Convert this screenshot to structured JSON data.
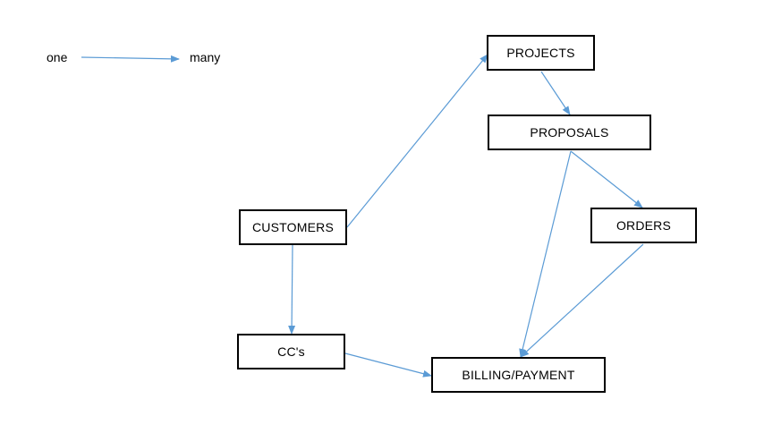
{
  "legend": {
    "from_label": "one",
    "to_label": "many"
  },
  "entities": {
    "projects": "PROJECTS",
    "proposals": "PROPOSALS",
    "customers": "CUSTOMERS",
    "orders": "ORDERS",
    "ccs": "CC's",
    "billing": "BILLING/PAYMENT"
  },
  "relationships": [
    {
      "from": "customers",
      "to": "projects"
    },
    {
      "from": "projects",
      "to": "proposals"
    },
    {
      "from": "proposals",
      "to": "orders"
    },
    {
      "from": "proposals",
      "to": "billing"
    },
    {
      "from": "orders",
      "to": "billing"
    },
    {
      "from": "customers",
      "to": "ccs"
    },
    {
      "from": "ccs",
      "to": "billing"
    }
  ],
  "colors": {
    "arrow": "#5b9bd5",
    "box_border": "#000000"
  }
}
